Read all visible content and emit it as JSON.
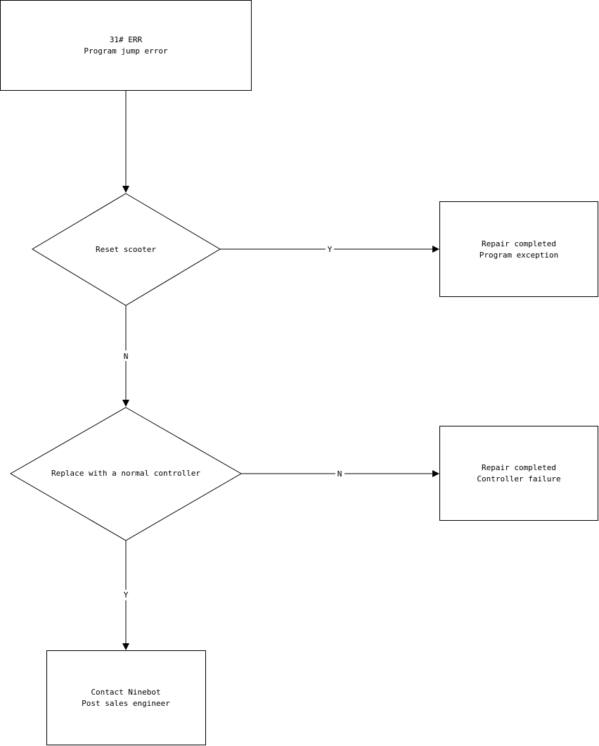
{
  "diagram": {
    "colors": {
      "stroke": "#000000",
      "fill": "#ffffff",
      "text": "#000000"
    },
    "nodes": {
      "start": {
        "shape": "rectangle",
        "line1": "31# ERR",
        "line2": "Program jump error"
      },
      "reset": {
        "shape": "diamond",
        "line1": "Reset scooter"
      },
      "program_ok": {
        "shape": "rectangle",
        "line1": "Repair completed",
        "line2": "Program exception"
      },
      "replace": {
        "shape": "diamond",
        "line1": "Replace with a normal controller"
      },
      "controller_fail": {
        "shape": "rectangle",
        "line1": "Repair completed",
        "line2": "Controller failure"
      },
      "contact": {
        "shape": "rectangle",
        "line1": "Contact Ninebot",
        "line2": "Post sales engineer"
      }
    },
    "edges": {
      "start_to_reset": {
        "label": ""
      },
      "reset_yes": {
        "label": "Y"
      },
      "reset_no": {
        "label": "N"
      },
      "replace_no": {
        "label": "N"
      },
      "replace_yes": {
        "label": "Y"
      }
    }
  }
}
